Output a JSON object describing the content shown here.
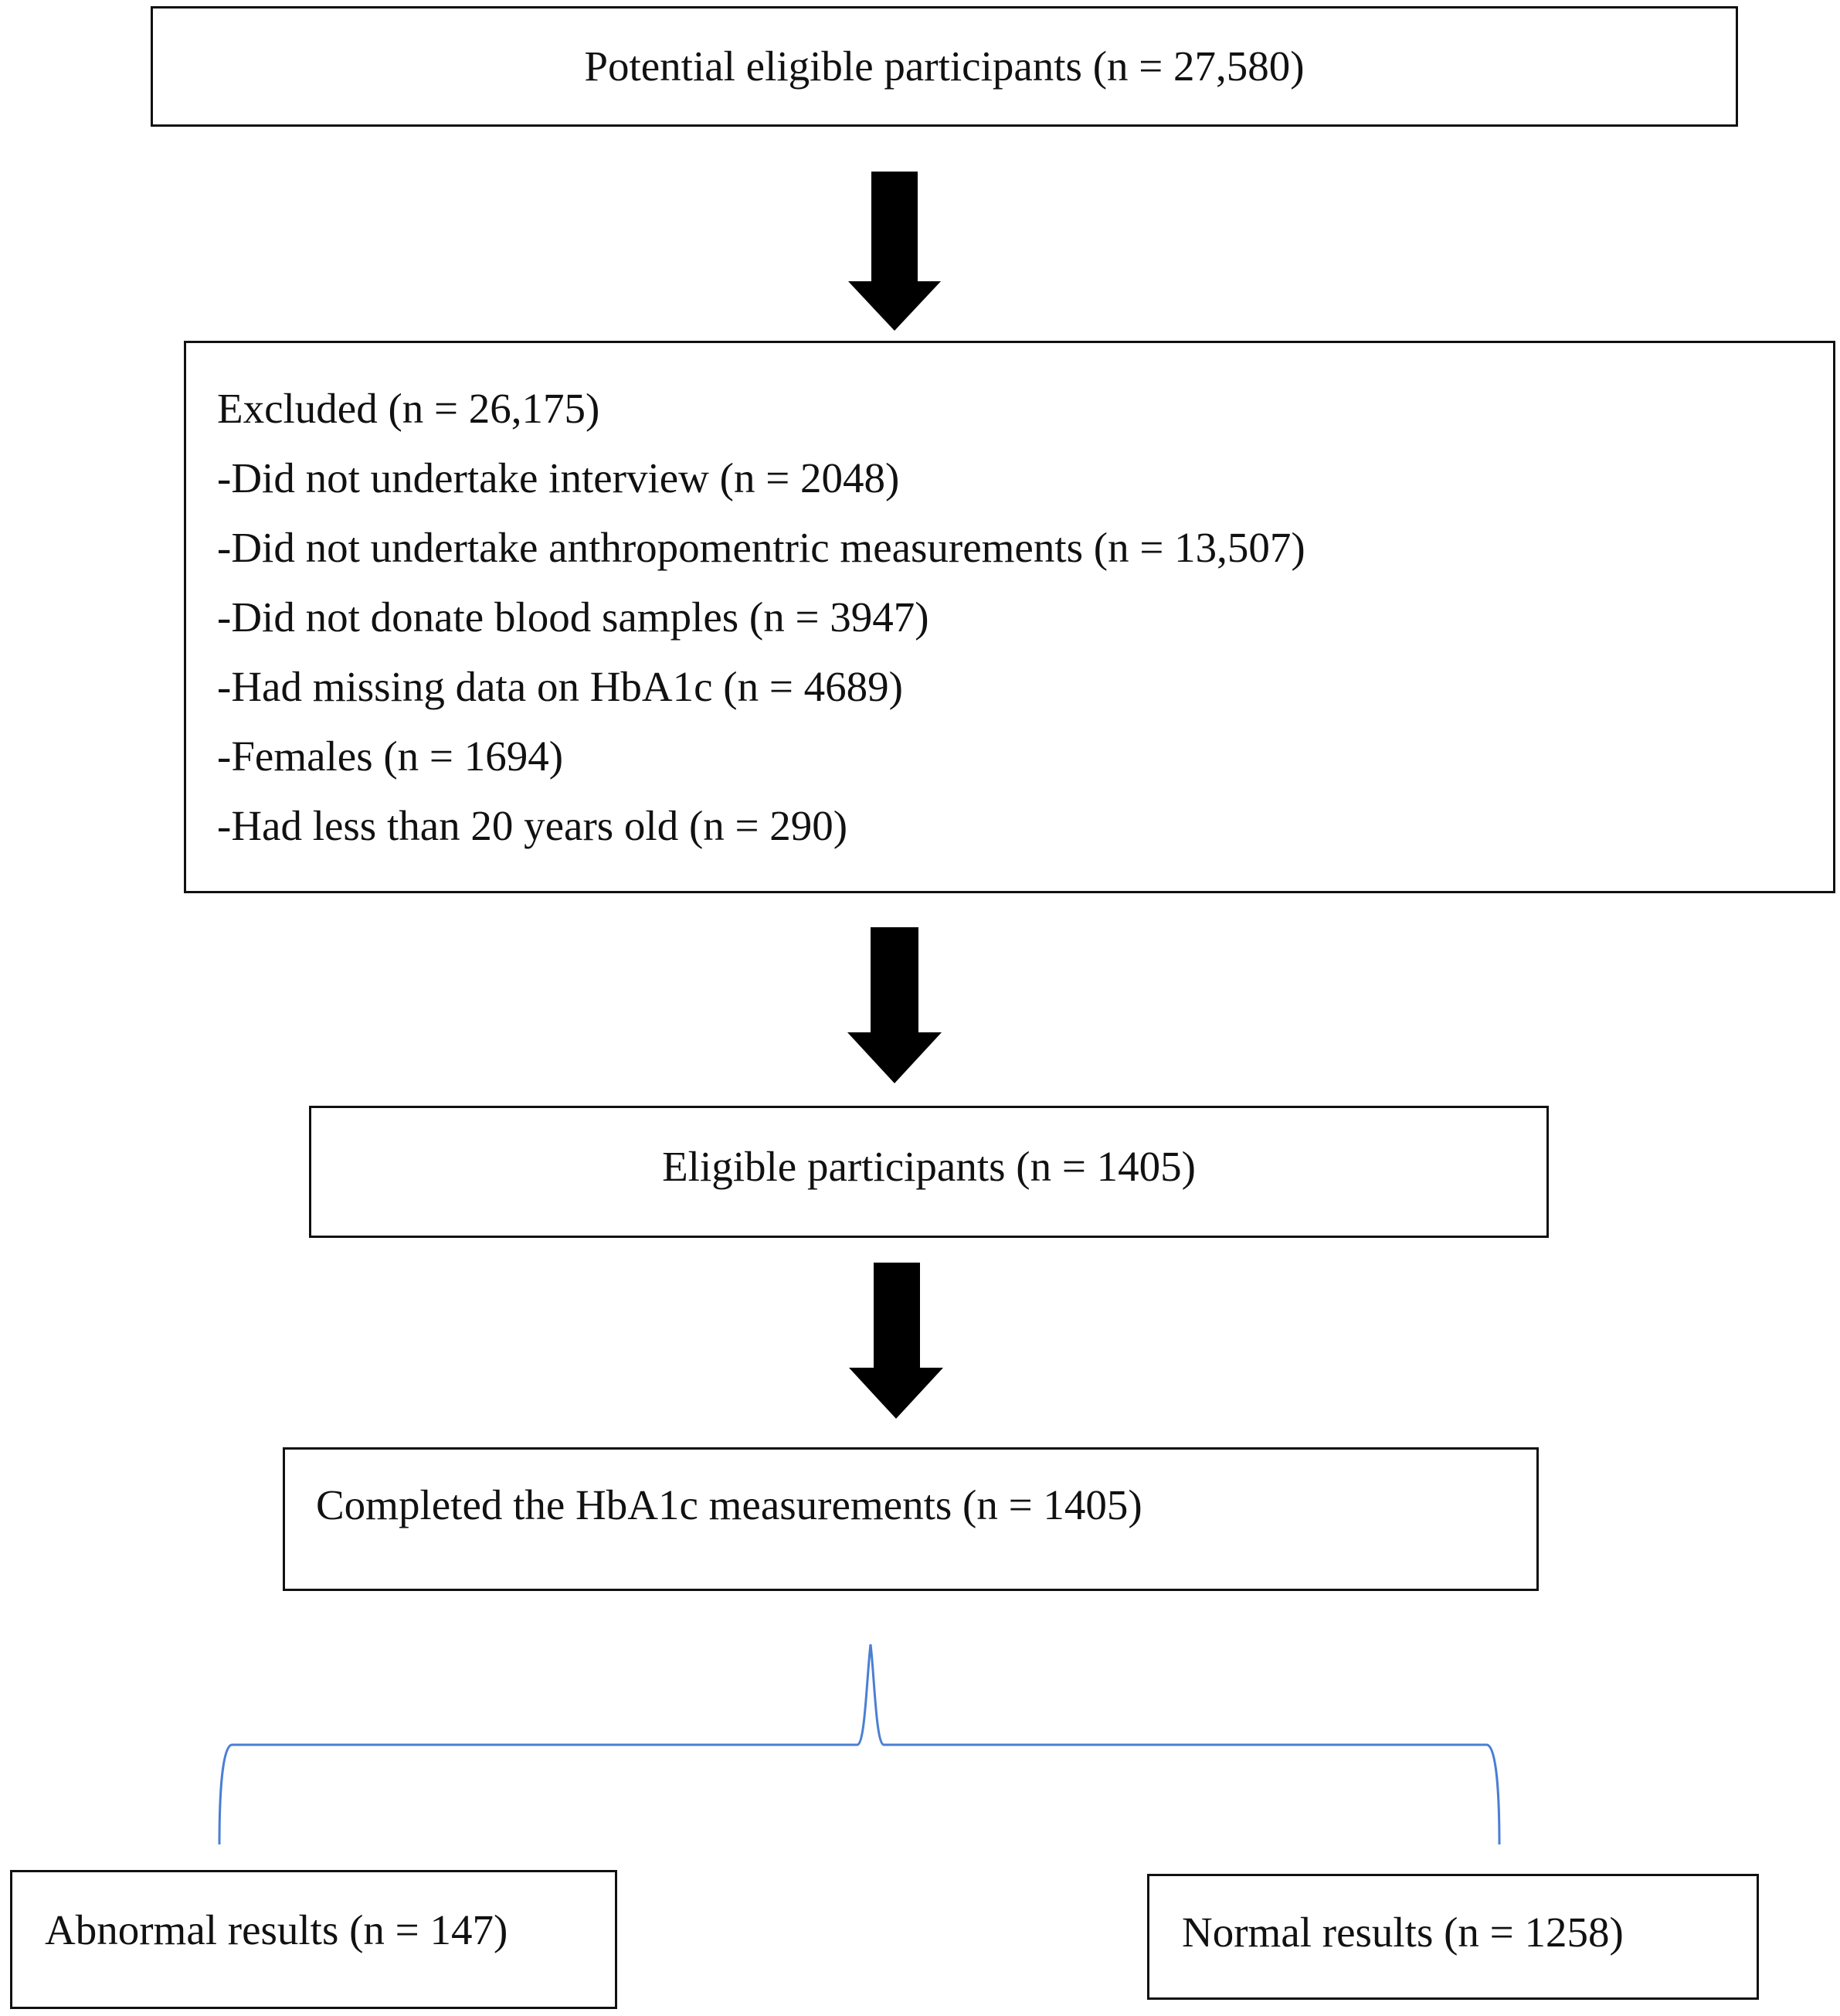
{
  "flowchart": {
    "potential": "Potential eligible participants (n = 27,580)",
    "excluded": {
      "title": "Excluded (n = 26,175)",
      "items": [
        "-Did not undertake interview (n = 2048)",
        "-Did not undertake anthropomentric measurements (n = 13,507)",
        "-Did not donate blood samples (n = 3947)",
        "-Had missing data on HbA1c (n = 4689)",
        "-Females (n = 1694)",
        "-Had less than 20 years old (n = 290)"
      ]
    },
    "eligible": "Eligible participants (n = 1405)",
    "completed": "Completed the HbA1c measurements (n = 1405)",
    "abnormal": "Abnormal results (n = 147)",
    "normal": "Normal results (n = 1258)"
  },
  "colors": {
    "box_border": "#111111",
    "arrow": "#000000",
    "brace": "#4a7fd4",
    "background": "#ffffff"
  }
}
